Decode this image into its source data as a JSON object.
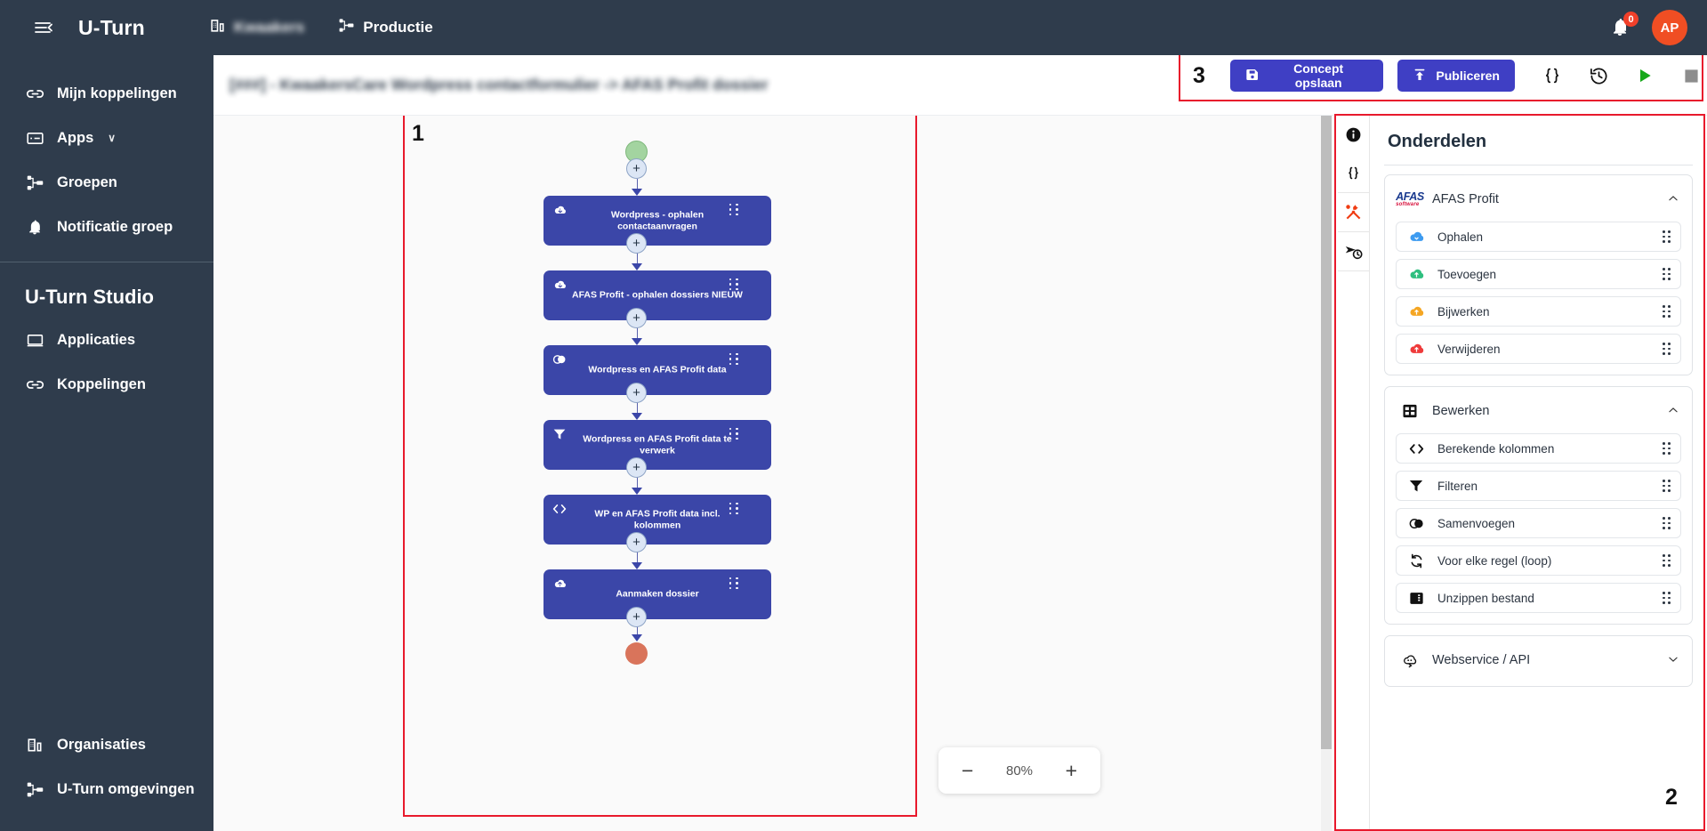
{
  "topbar": {
    "hamburger_icon": "menu-collapse-icon",
    "brand": "U-Turn",
    "org_icon": "building-icon",
    "org_name": "Kwaakers",
    "env_icon": "hierarchy-icon",
    "env_name": "Productie",
    "bell_icon": "bell-icon",
    "bell_badge": "0",
    "avatar_initials": "AP"
  },
  "sidebar": {
    "items": [
      {
        "label": "Mijn koppelingen",
        "icon": "link-icon"
      },
      {
        "label": "Apps",
        "icon": "apps-icon",
        "chevron": "∨"
      },
      {
        "label": "Groepen",
        "icon": "hierarchy-icon"
      },
      {
        "label": "Notificatie groep",
        "icon": "bell-icon"
      }
    ],
    "studio_heading": "U-Turn Studio",
    "studio_items": [
      {
        "label": "Applicaties",
        "icon": "monitor-icon"
      },
      {
        "label": "Koppelingen",
        "icon": "link-icon"
      }
    ],
    "bottom_items": [
      {
        "label": "Organisaties",
        "icon": "building-icon"
      },
      {
        "label": "U-Turn omgevingen",
        "icon": "hierarchy-icon"
      }
    ]
  },
  "subheader": {
    "flow_title": "[###] - KwaakersCare Wordpress contactformulier -> AFAS Profit dossier"
  },
  "toolbar": {
    "annotation": "3",
    "save_label": "Concept opslaan",
    "save_icon": "save-disk-icon",
    "publish_label": "Publiceren",
    "publish_icon": "upload-icon",
    "icons": [
      {
        "name": "code-braces-icon",
        "glyph": "{ }"
      },
      {
        "name": "history-icon",
        "glyph": "history"
      },
      {
        "name": "run-play-icon",
        "glyph": "play"
      },
      {
        "name": "stop-icon",
        "glyph": "stop"
      }
    ]
  },
  "canvas": {
    "annotation": "1",
    "start_node": "start-node",
    "end_node": "end-node",
    "zoom": {
      "minus": "−",
      "value": "80%",
      "plus": "+"
    },
    "nodes": [
      {
        "label": "Wordpress - ophalen contactaanvragen",
        "icon": "cloud-download-icon"
      },
      {
        "label": "AFAS Profit - ophalen dossiers NIEUW",
        "icon": "cloud-download-icon"
      },
      {
        "label": "Wordpress en AFAS Profit data",
        "icon": "merge-icon"
      },
      {
        "label": "Wordpress en AFAS Profit data te verwerk",
        "icon": "filter-icon"
      },
      {
        "label": "WP en AFAS Profit data incl. kolommen",
        "icon": "code-icon"
      },
      {
        "label": "Aanmaken dossier",
        "icon": "cloud-upload-icon"
      }
    ]
  },
  "right_panel": {
    "annotation": "2",
    "title": "Onderdelen",
    "rail_icons": [
      {
        "name": "info-icon"
      },
      {
        "name": "code-braces-icon"
      },
      {
        "name": "tools-icon",
        "active": true
      },
      {
        "name": "trigger-schedule-icon"
      }
    ],
    "groups": [
      {
        "title": "AFAS Profit",
        "icon": "afas-logo-icon",
        "expanded": true,
        "chevron": "⌃",
        "items": [
          {
            "label": "Ophalen",
            "icon": "cloud-download-icon",
            "color": "#3d9bf0"
          },
          {
            "label": "Toevoegen",
            "icon": "cloud-up-icon",
            "color": "#2fbf7f"
          },
          {
            "label": "Bijwerken",
            "icon": "cloud-up-icon",
            "color": "#f5a623"
          },
          {
            "label": "Verwijderen",
            "icon": "cloud-up-icon",
            "color": "#ef3b3b"
          }
        ]
      },
      {
        "title": "Bewerken",
        "icon": "grid-table-icon",
        "expanded": true,
        "chevron": "⌃",
        "items": [
          {
            "label": "Berekende kolommen",
            "icon": "code-icon",
            "color": "#1a1a1a"
          },
          {
            "label": "Filteren",
            "icon": "filter-icon",
            "color": "#1a1a1a"
          },
          {
            "label": "Samenvoegen",
            "icon": "merge-icon",
            "color": "#1a1a1a"
          },
          {
            "label": "Voor elke regel (loop)",
            "icon": "loop-icon",
            "color": "#1a1a1a"
          },
          {
            "label": "Unzippen bestand",
            "icon": "unzip-file-icon",
            "color": "#1a1a1a"
          }
        ]
      },
      {
        "title": "Webservice / API",
        "icon": "cloud-api-icon",
        "expanded": false,
        "chevron": "⌄",
        "items": []
      }
    ]
  },
  "colors": {
    "sidebar_bg": "#2f3c4c",
    "primary": "#3f3fc4",
    "node_blue": "#3b46a8",
    "annotation_red": "#e8192c",
    "avatar": "#f04e23",
    "start_green": "#a3d4a0",
    "end_orange": "#d9745b"
  }
}
